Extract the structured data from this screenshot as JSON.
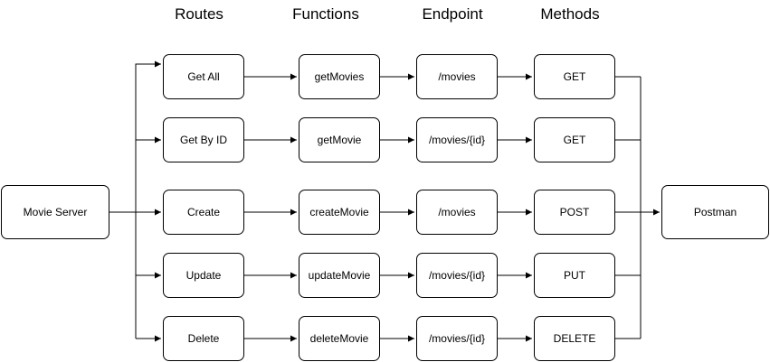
{
  "headers": {
    "routes": "Routes",
    "functions": "Functions",
    "endpoint": "Endpoint",
    "methods": "Methods"
  },
  "source": "Movie Server",
  "target": "Postman",
  "rows": [
    {
      "route": "Get All",
      "function": "getMovies",
      "endpoint": "/movies",
      "method": "GET"
    },
    {
      "route": "Get By ID",
      "function": "getMovie",
      "endpoint": "/movies/{id}",
      "method": "GET"
    },
    {
      "route": "Create",
      "function": "createMovie",
      "endpoint": "/movies",
      "method": "POST"
    },
    {
      "route": "Update",
      "function": "updateMovie",
      "endpoint": "/movies/{id}",
      "method": "PUT"
    },
    {
      "route": "Delete",
      "function": "deleteMovie",
      "endpoint": "/movies/{id}",
      "method": "DELETE"
    }
  ]
}
